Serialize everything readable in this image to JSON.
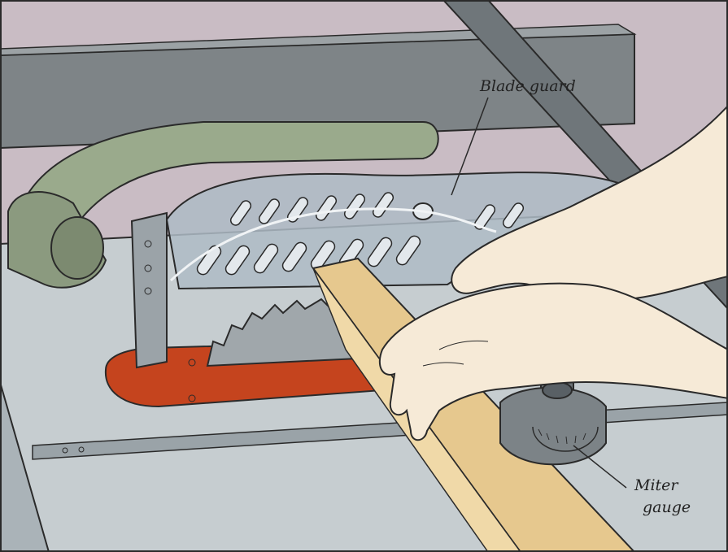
{
  "labels": {
    "blade_guard": "Blade guard",
    "miter_gauge_line1": "Miter",
    "miter_gauge_line2": "gauge"
  },
  "colors": {
    "background": "#c9bcc4",
    "fence": "#7e8487",
    "handle": "#9aaa8c",
    "table": "#c6cdd0",
    "throat_plate": "#c5441e",
    "blade": "#a0a7ab",
    "guard": "#aebbc6",
    "wood": "#e6c88e",
    "skin": "#f6ead7",
    "outline": "#2a2a2a"
  },
  "icons": [
    "table-saw-illustration",
    "blade-guard",
    "saw-blade",
    "miter-gauge",
    "workpiece",
    "hands"
  ]
}
